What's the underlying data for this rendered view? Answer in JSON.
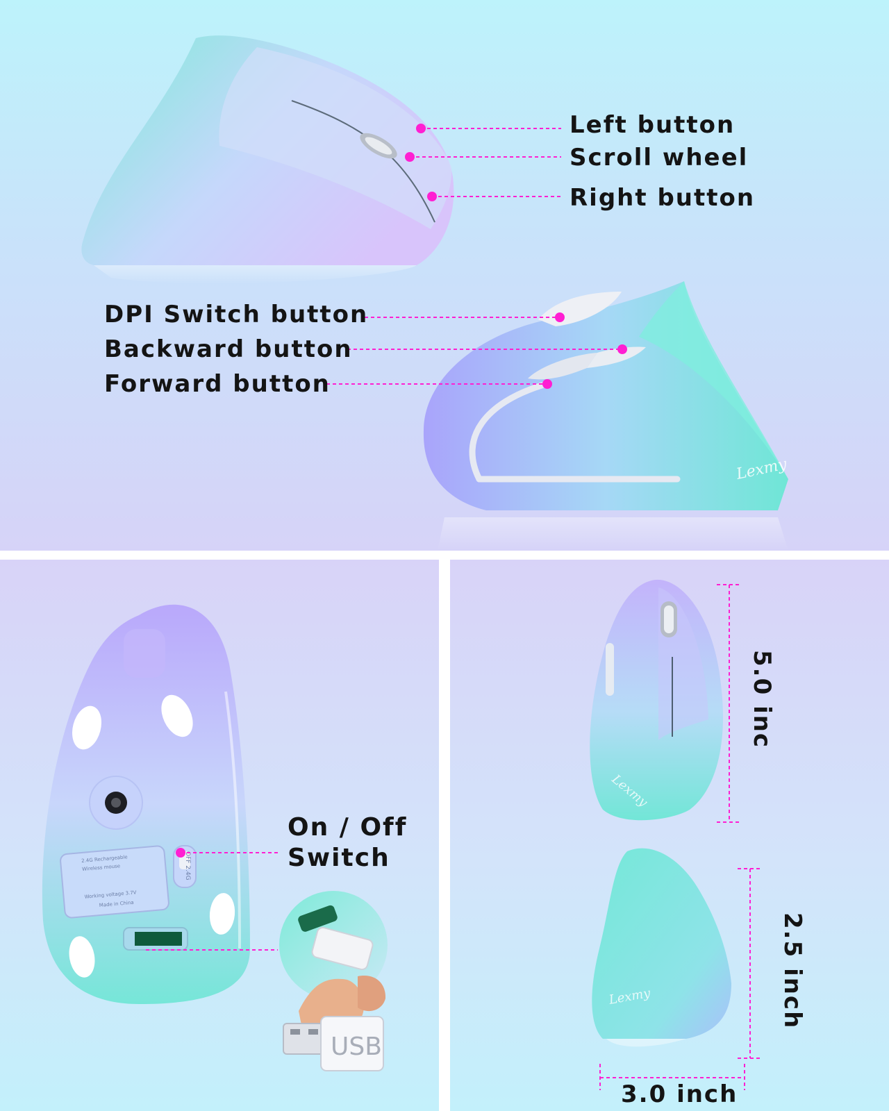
{
  "colors": {
    "accent": "#ff1fd2",
    "mouse_teal": "#6fe6d6",
    "mouse_lavender": "#b9a8fb",
    "bg_cyan": "#bdf3fb",
    "bg_lavender": "#d6d3f8"
  },
  "top": {
    "labels": {
      "left_button": "Left button",
      "scroll_wheel": "Scroll wheel",
      "right_button": "Right button",
      "dpi_switch": "DPI Switch button",
      "backward": "Backward button",
      "forward": "Forward button"
    },
    "brand_logo": "Lexmy"
  },
  "bottom_left": {
    "switch_label": "On / Off Switch",
    "switch_marks": "OFF 2.4G",
    "receiver_label": "USB",
    "spec_plate": [
      "2.4G Rechargeable",
      "Wireless mouse",
      "Working voltage 3.7V",
      "Made in China"
    ]
  },
  "bottom_right": {
    "height": "5.0 inc",
    "side_height": "2.5 inch",
    "width": "3.0 inch",
    "brand_logo": "Lexmy"
  }
}
